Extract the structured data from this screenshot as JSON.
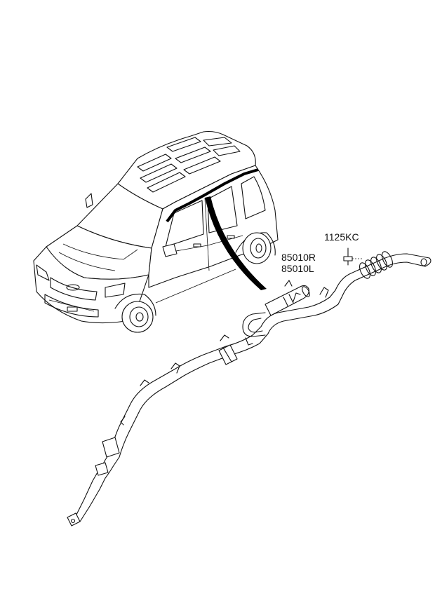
{
  "labels": {
    "clip_part": "1125KC",
    "airbag_right": "85010R",
    "airbag_left": "85010L"
  },
  "colors": {
    "line": "#111111",
    "background": "#ffffff"
  }
}
